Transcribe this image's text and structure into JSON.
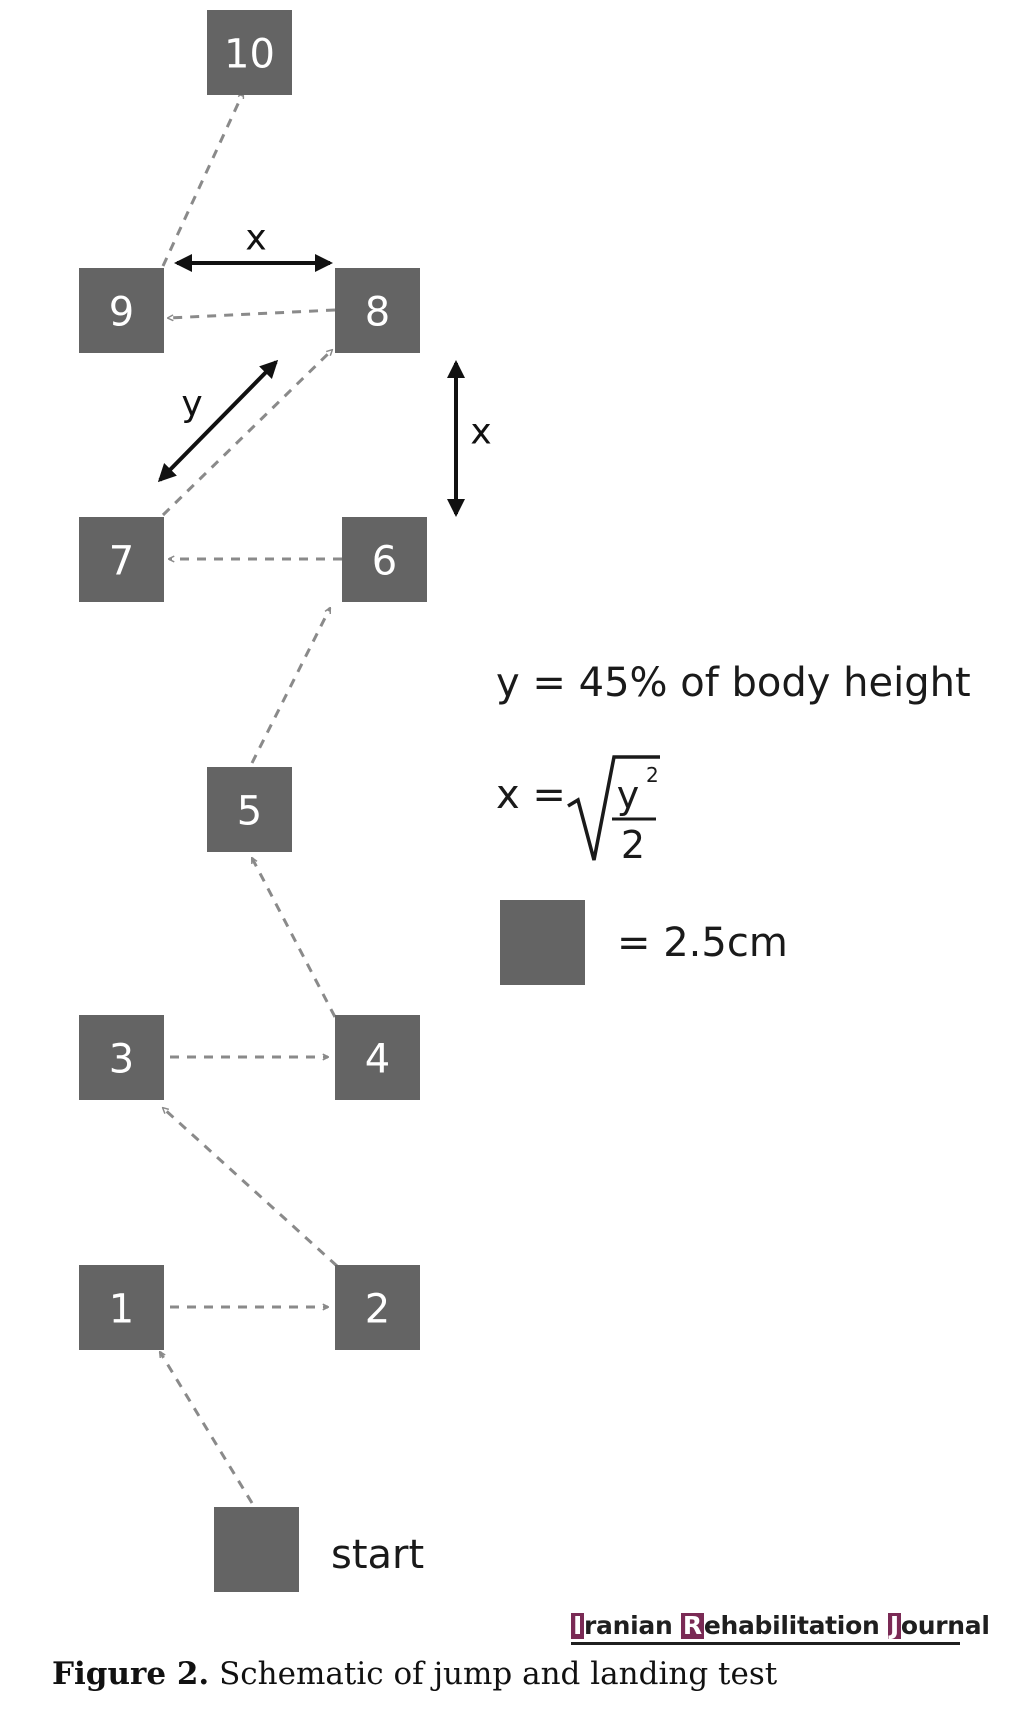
{
  "squares": [
    {
      "id": "start",
      "label": ""
    },
    {
      "id": "1",
      "label": "1"
    },
    {
      "id": "2",
      "label": "2"
    },
    {
      "id": "3",
      "label": "3"
    },
    {
      "id": "4",
      "label": "4"
    },
    {
      "id": "5",
      "label": "5"
    },
    {
      "id": "6",
      "label": "6"
    },
    {
      "id": "7",
      "label": "7"
    },
    {
      "id": "8",
      "label": "8"
    },
    {
      "id": "9",
      "label": "9"
    },
    {
      "id": "10",
      "label": "10"
    }
  ],
  "jump_sequence": [
    "start",
    "1",
    "2",
    "3",
    "4",
    "5",
    "6",
    "7",
    "8",
    "9",
    "10"
  ],
  "start_label": "start",
  "dimensions": {
    "x_horizontal": "x",
    "x_vertical": "x",
    "y_diagonal": "y"
  },
  "legend": {
    "y_formula": "y = 45% of body height",
    "x_formula_lhs": "x =",
    "x_formula_num": "y",
    "x_formula_exp": "2",
    "x_formula_den": "2",
    "square_value": "= 2.5cm"
  },
  "logo": {
    "words": [
      {
        "cap": "I",
        "rest": "ranian "
      },
      {
        "cap": "R",
        "rest": "ehabilitation "
      },
      {
        "cap": "J",
        "rest": "ournal"
      }
    ]
  },
  "caption": {
    "prefix": "Figure 2.",
    "text": " Schematic of jump and landing test"
  },
  "colors": {
    "square": "#646464",
    "path": "#8a8a8a",
    "dimension": "#111111",
    "logo_accent": "#7a2a55"
  }
}
